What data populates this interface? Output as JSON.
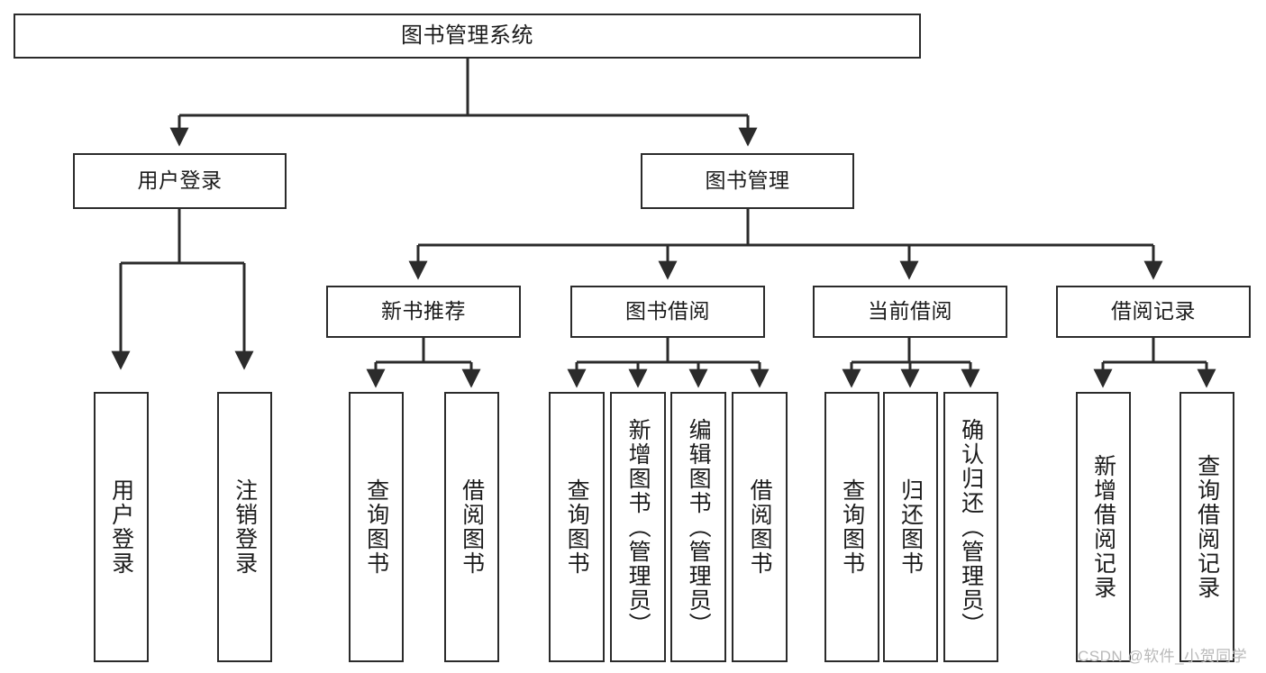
{
  "diagram": {
    "title": "图书管理系统",
    "type": "tree-hierarchy-diagram",
    "orientation": "top-down",
    "colors": {
      "stroke": "#2b2b2b",
      "fill": "#ffffff",
      "text": "#1b1b1b",
      "watermark": "#b9b9b9"
    }
  },
  "nodes": {
    "root": {
      "label": "图书管理系统"
    },
    "level2": [
      {
        "label": "用户登录"
      },
      {
        "label": "图书管理"
      }
    ],
    "level3": [
      {
        "label": "新书推荐"
      },
      {
        "label": "图书借阅"
      },
      {
        "label": "当前借阅"
      },
      {
        "label": "借阅记录"
      }
    ],
    "leaves": {
      "user_login": [
        {
          "label": "用户登录"
        },
        {
          "label": "注销登录"
        }
      ],
      "new_book": [
        {
          "label": "查询图书"
        },
        {
          "label": "借阅图书"
        }
      ],
      "book_borrow": [
        {
          "label": "查询图书"
        },
        {
          "label": "新增图书（管理员）"
        },
        {
          "label": "编辑图书（管理员）"
        },
        {
          "label": "借阅图书"
        }
      ],
      "current_borrow": [
        {
          "label": "查询图书"
        },
        {
          "label": "归还图书"
        },
        {
          "label": "确认归还（管理员）"
        }
      ],
      "borrow_record": [
        {
          "label": "新增借阅记录"
        },
        {
          "label": "查询借阅记录"
        }
      ]
    }
  },
  "watermark": {
    "text": "CSDN @软件_小贺同学"
  }
}
